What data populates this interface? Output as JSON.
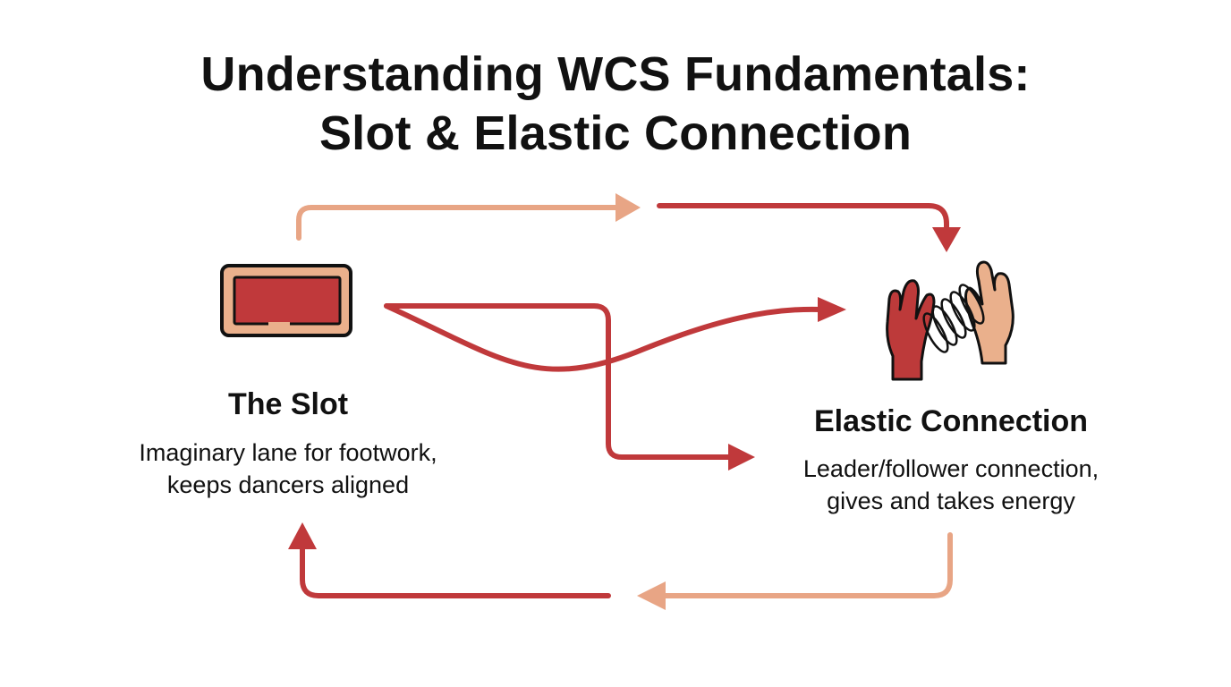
{
  "title": {
    "line1": "Understanding WCS Fundamentals:",
    "line2": "Slot & Elastic Connection"
  },
  "nodes": {
    "slot": {
      "heading": "The Slot",
      "description_line1": "Imaginary lane for footwork,",
      "description_line2": "keeps dancers aligned",
      "icon": "slot-lane-icon"
    },
    "elastic": {
      "heading": "Elastic Connection",
      "description_line1": "Leader/follower connection,",
      "description_line2": "gives and takes energy",
      "icon": "hands-spring-icon"
    }
  },
  "colors": {
    "dark_red": "#c0393b",
    "light_peach": "#e8a585",
    "hand_dark": "#bd3a3a",
    "hand_light": "#eab08c",
    "outline": "#111111",
    "text": "#111111",
    "background": "#ffffff"
  }
}
